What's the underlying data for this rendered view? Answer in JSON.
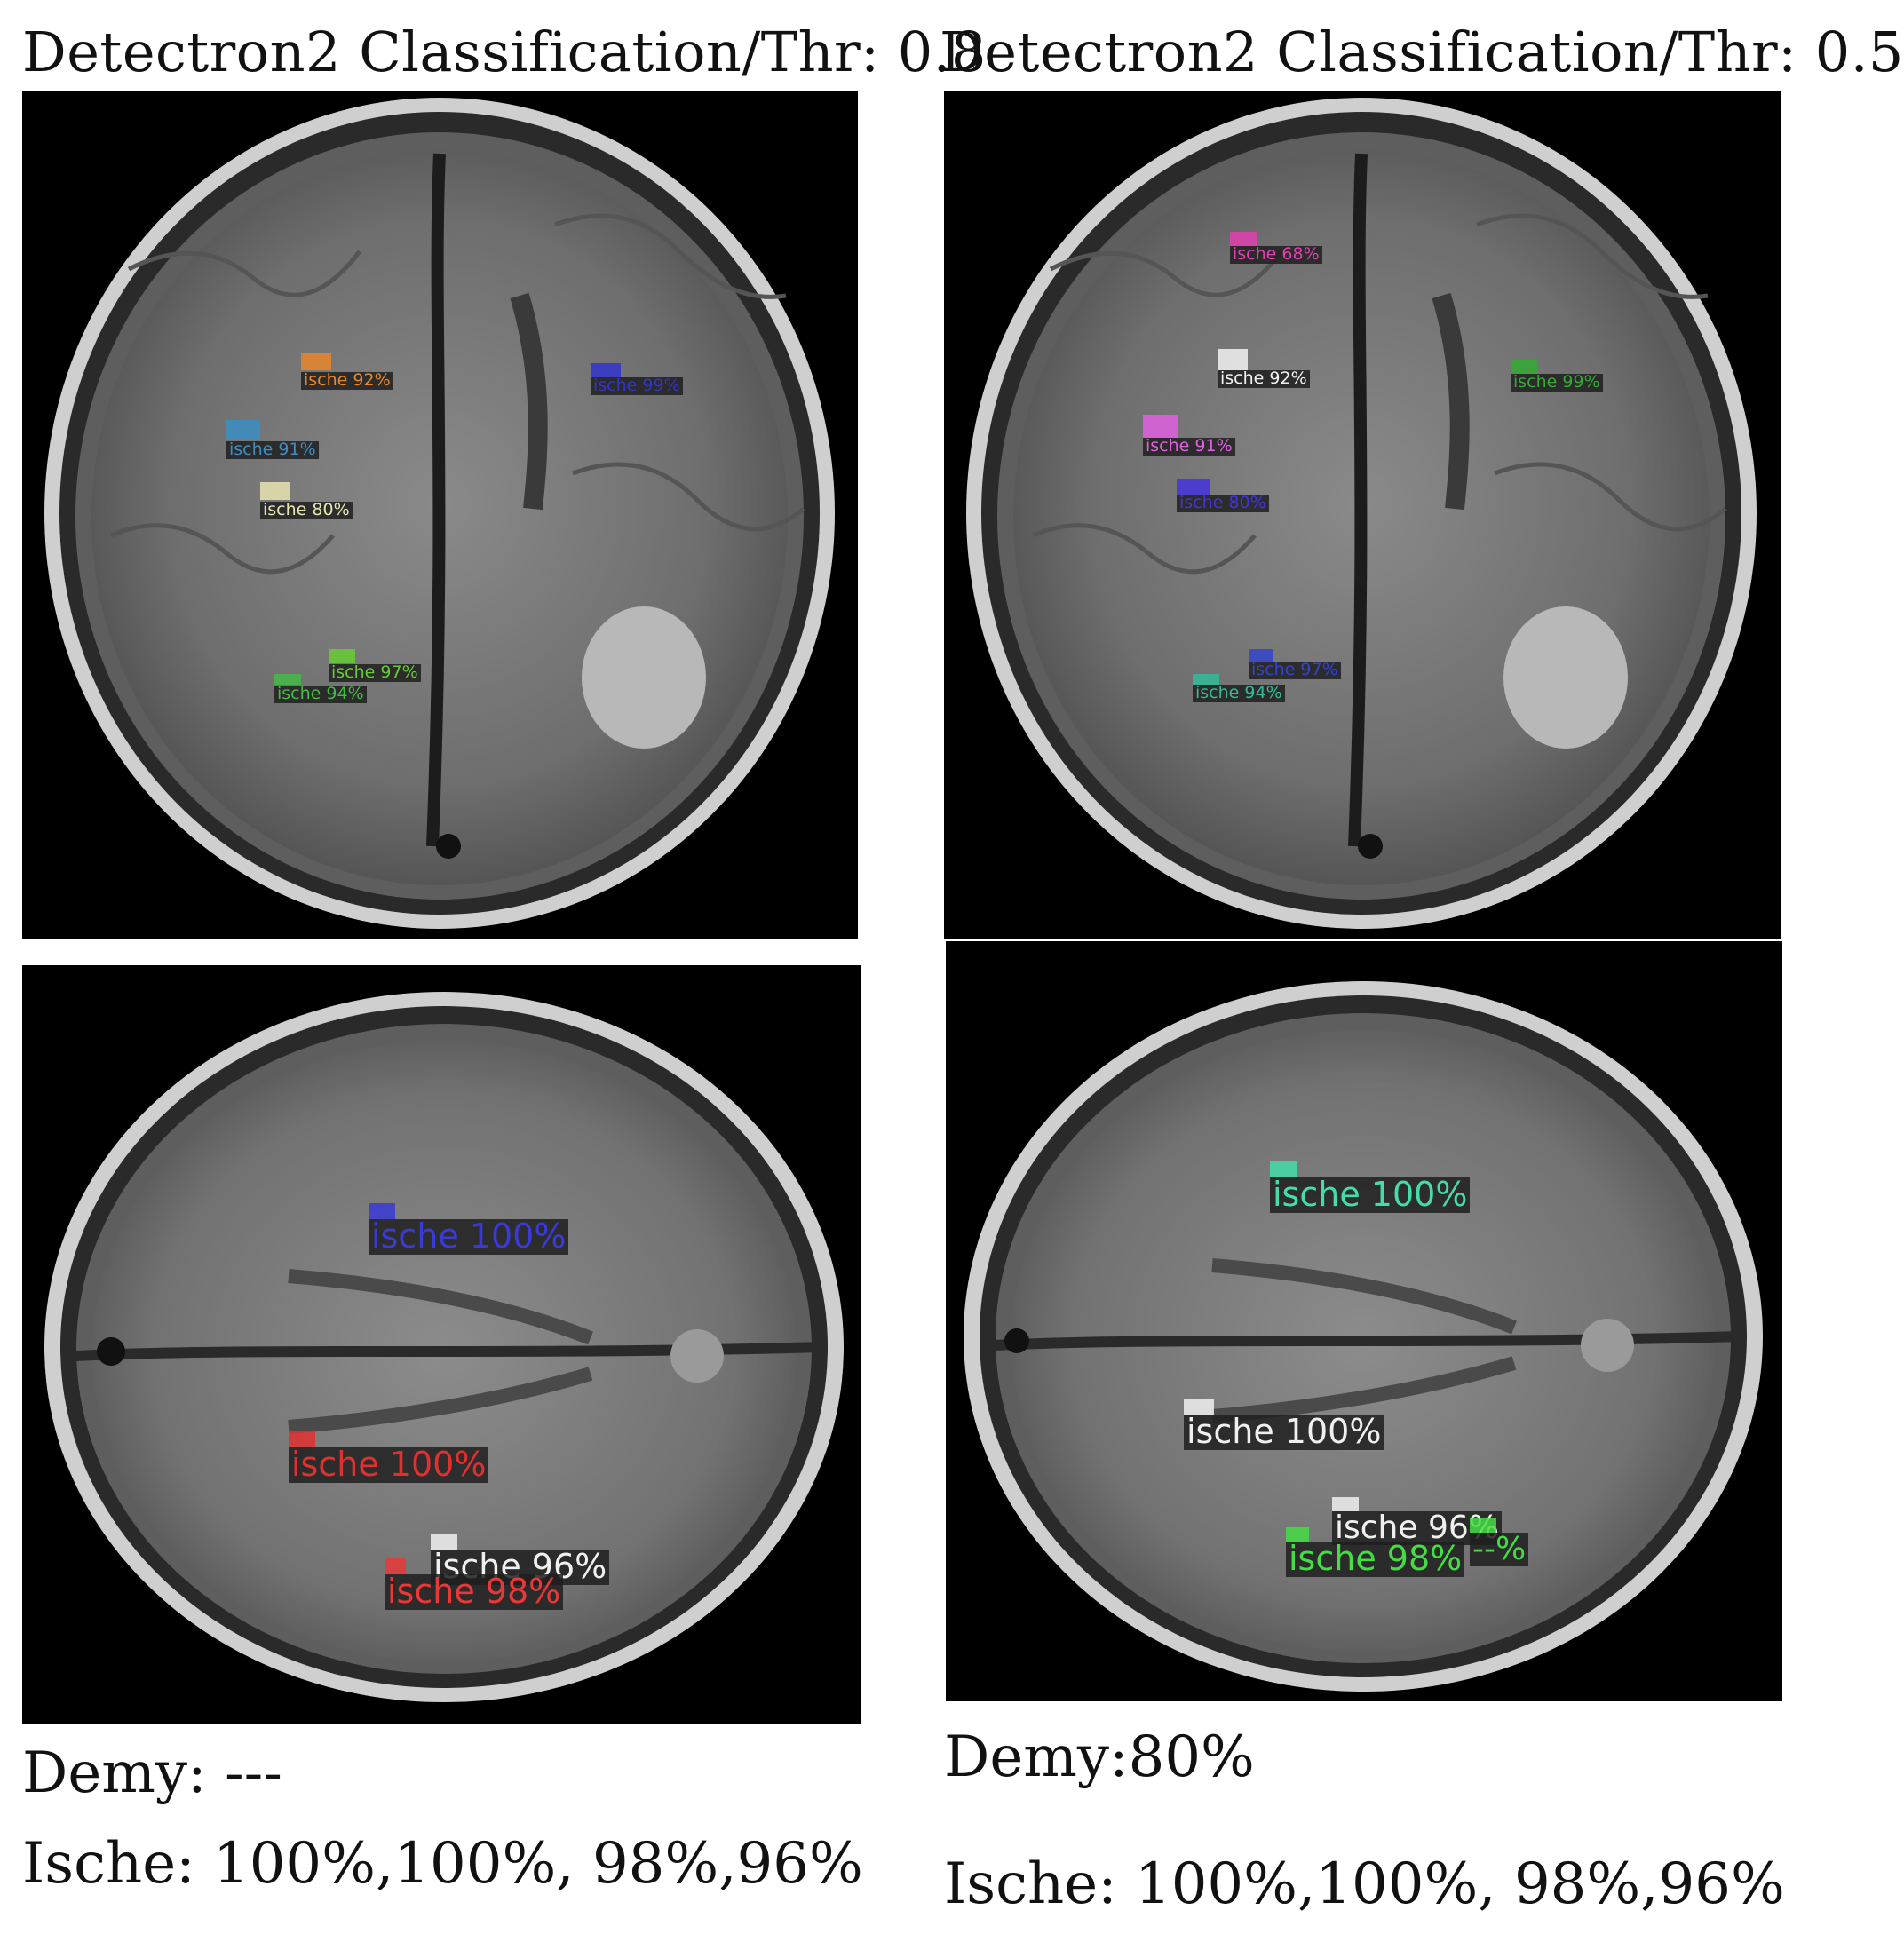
{
  "titles": {
    "left": "Detectron2 Classification/Thr: 0.8",
    "right": "Detectron2 Classification/Thr: 0.5"
  },
  "panels": {
    "tl": {
      "detections": [
        {
          "label": "ische 92%",
          "color": "#e8862a"
        },
        {
          "label": "ische 99%",
          "color": "#3333cc"
        },
        {
          "label": "ische 91%",
          "color": "#3a8fc4"
        },
        {
          "label": "ische 80%",
          "color": "#e8e4b0"
        },
        {
          "label": "ische 97%",
          "color": "#66cc33"
        },
        {
          "label": "ische 94%",
          "color": "#44bb44"
        }
      ]
    },
    "tr": {
      "detections": [
        {
          "label": "ische 68%",
          "color": "#e040b0"
        },
        {
          "label": "ische 92%",
          "color": "#f2f2f2"
        },
        {
          "label": "ische 99%",
          "color": "#33aa33"
        },
        {
          "label": "ische 91%",
          "color": "#e060e0"
        },
        {
          "label": "ische 80%",
          "color": "#4433dd"
        },
        {
          "label": "ische 97%",
          "color": "#3344cc"
        },
        {
          "label": "ische 94%",
          "color": "#33bb99"
        }
      ]
    },
    "bl": {
      "detections": [
        {
          "label": "ische 100%",
          "color": "#3a3ad6"
        },
        {
          "label": "ische 100%",
          "color": "#e03030"
        },
        {
          "label": "ische 96%",
          "color": "#f0f0f0"
        },
        {
          "label": "ische 98%",
          "color": "#e83838"
        }
      ]
    },
    "br": {
      "detections": [
        {
          "label": "ische 100%",
          "color": "#44ddaa"
        },
        {
          "label": "ische 100%",
          "color": "#f0f0f0"
        },
        {
          "label": "ische 96%",
          "color": "#f0f0f0"
        },
        {
          "label": "ische 98%",
          "color": "#44dd44"
        },
        {
          "label": "--%",
          "color": "#44dd44"
        }
      ]
    }
  },
  "summaries": {
    "left_demy": "Demy: ---",
    "left_ische": "Ische: 100%,100%, 98%,96%",
    "right_demy": "Demy:80%",
    "right_ische": "Ische: 100%,100%, 98%,96%"
  }
}
